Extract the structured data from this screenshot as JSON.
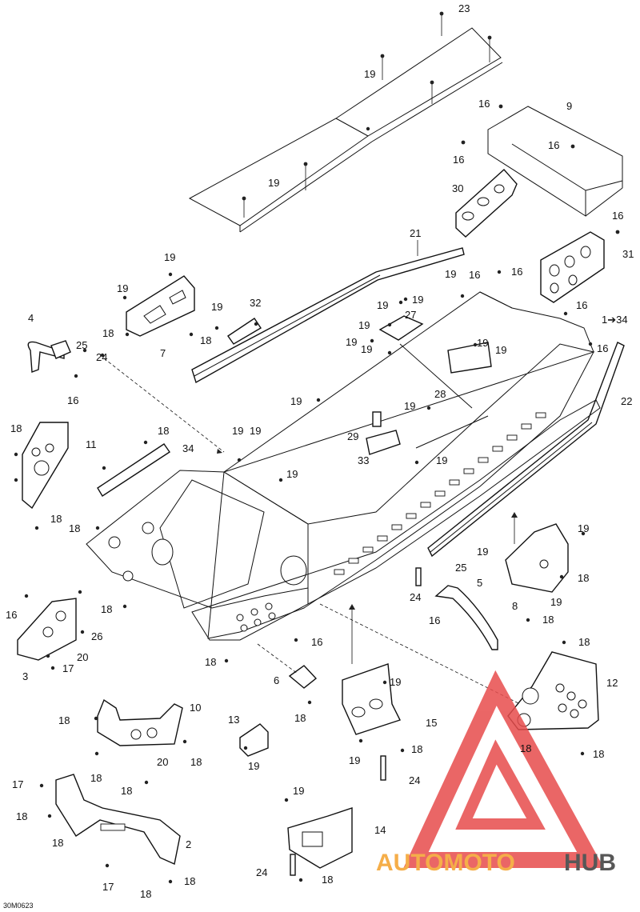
{
  "diagram_code": "30M0623",
  "watermark": {
    "text_orange": "AUTOMOTO",
    "text_dark": "HUB",
    "color_orange": "#f4a02a",
    "color_dark": "#3a3a3a",
    "triangle_color": "#e74c4c"
  },
  "labels": {
    "p1": "1➔34",
    "p2": "2",
    "p3": "3",
    "p4": "4",
    "p5": "5",
    "p6": "6",
    "p7": "7",
    "p8": "8",
    "p9": "9",
    "p10": "10",
    "p11": "11",
    "p12": "12",
    "p13": "13",
    "p14": "14",
    "p15": "15",
    "p16": "16",
    "p17": "17",
    "p18": "18",
    "p19": "19",
    "p20": "20",
    "p21": "21",
    "p22": "22",
    "p23": "23",
    "p24": "24",
    "p25": "25",
    "p26": "26",
    "p27": "27",
    "p28": "28",
    "p29": "29",
    "p30": "30",
    "p31": "31",
    "p32": "32",
    "p33": "33",
    "p34": "34"
  }
}
